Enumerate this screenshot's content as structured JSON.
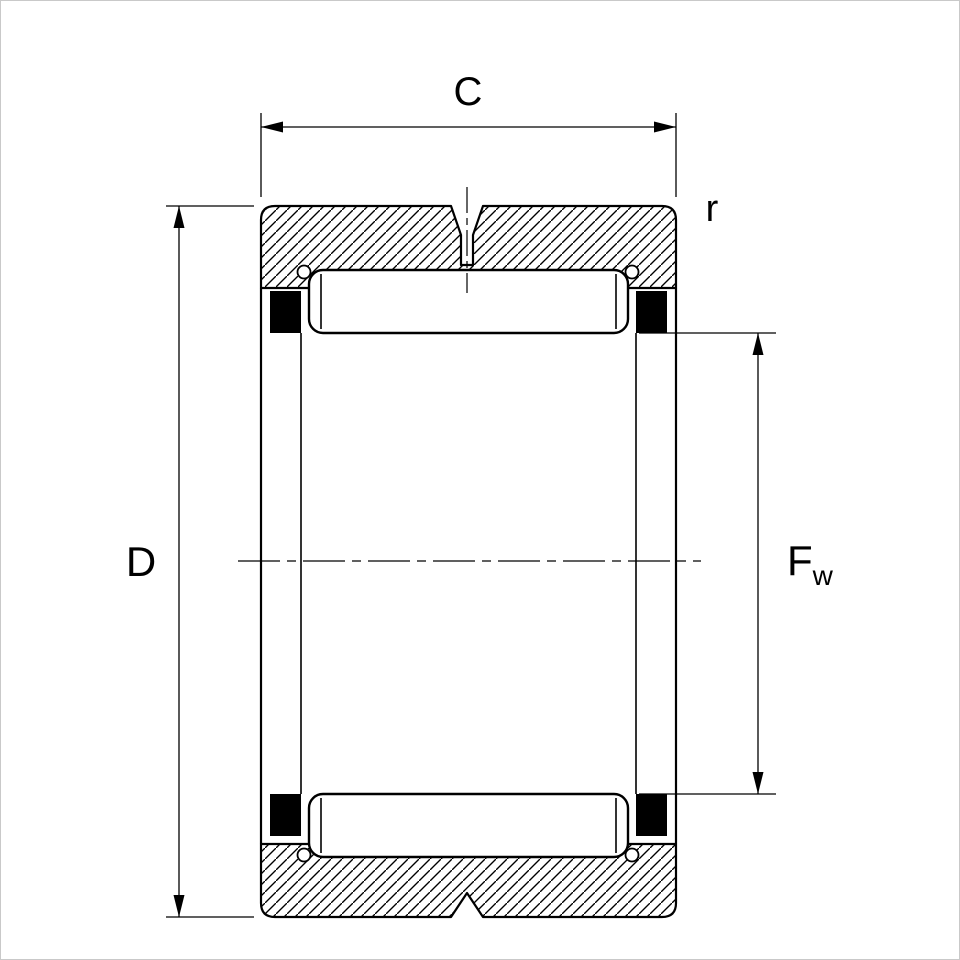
{
  "diagram": {
    "labels": {
      "width_dim": "C",
      "outer_diameter_dim": "D",
      "bore_dim_main": "F",
      "bore_dim_sub": "w",
      "corner_radius": "r"
    },
    "colors": {
      "line": "#000000",
      "background": "#ffffff",
      "solid_fill": "#000000"
    }
  }
}
